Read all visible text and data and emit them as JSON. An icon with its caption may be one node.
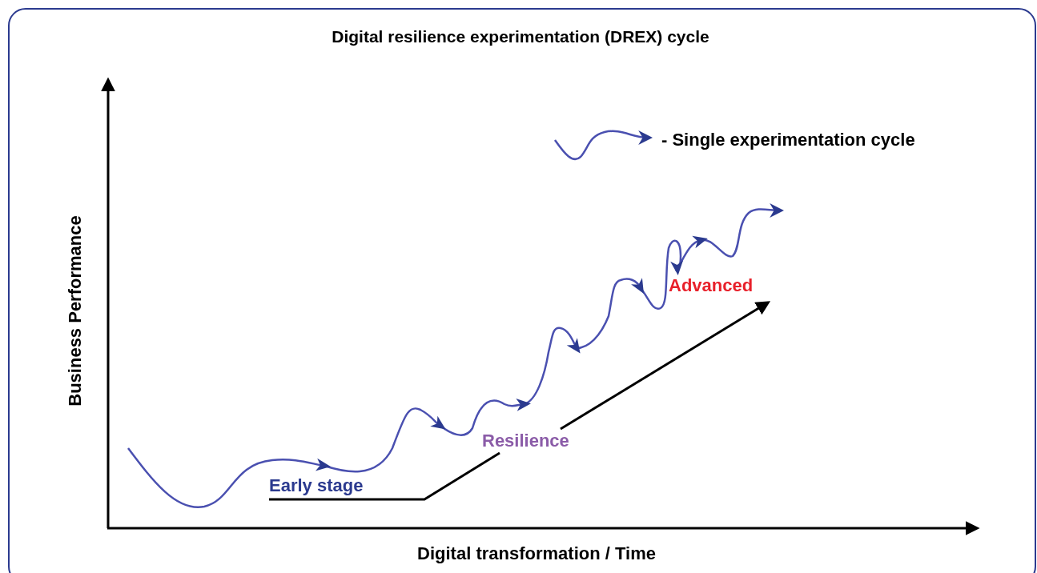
{
  "diagram": {
    "title": "Digital resilience experimentation (DREX) cycle",
    "nodes": [
      {
        "text": [
          "Early stage"
        ]
      },
      {
        "text": [
          "Resilience"
        ]
      },
      {
        "text": [
          "Advanced"
        ]
      }
    ],
    "edges": [
      {
        "from": 0,
        "to": 1,
        "arrow": "none"
      },
      {
        "from": 1,
        "to": 2,
        "arrow": "to"
      }
    ],
    "labels": [
      "Business Performance",
      "Digital transformation / Time"
    ],
    "legend": [
      {
        "text": "- Single experimentation cycle"
      }
    ]
  }
}
